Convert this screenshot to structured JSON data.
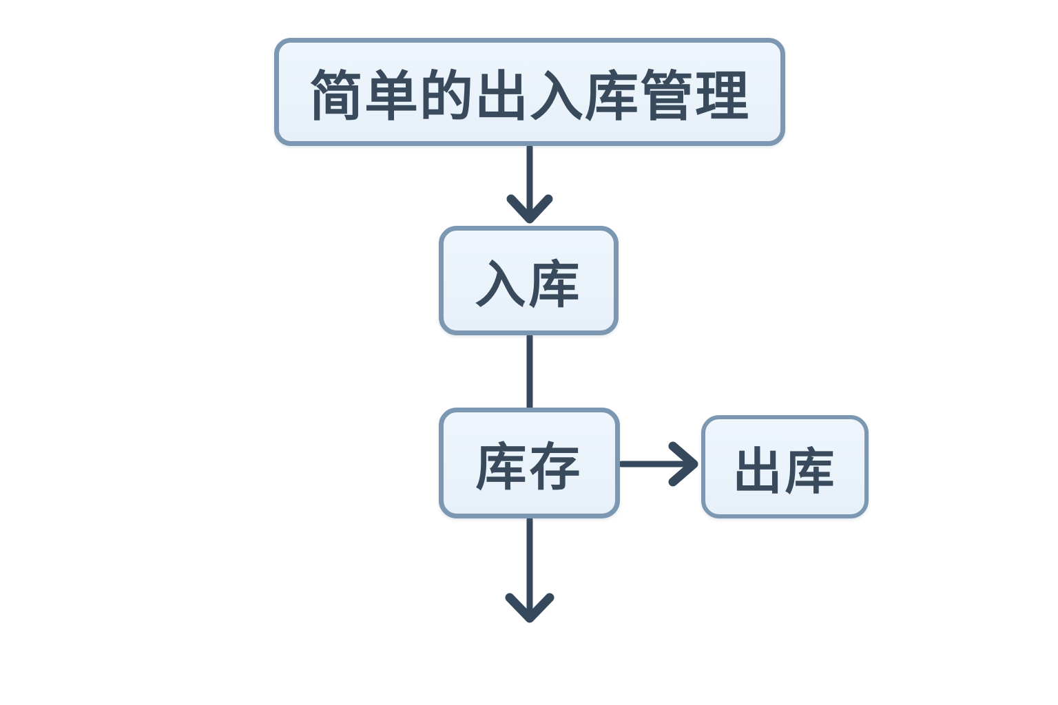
{
  "diagram": {
    "type": "flowchart",
    "background": "#ffffff",
    "nodes": {
      "title": {
        "label": "简单的出入库管理",
        "shape": "rounded-rectangle"
      },
      "inbound": {
        "label": "入库",
        "shape": "rounded-rectangle"
      },
      "stock": {
        "label": "库存",
        "shape": "rounded-rectangle"
      },
      "outbound": {
        "label": "出库",
        "shape": "rounded-rectangle"
      }
    },
    "edges": [
      {
        "from": "title",
        "to": "inbound",
        "direction": "down",
        "arrowhead": true
      },
      {
        "from": "inbound",
        "to": "stock",
        "direction": "down",
        "arrowhead": false
      },
      {
        "from": "stock",
        "to": "outbound",
        "direction": "right",
        "arrowhead": true
      },
      {
        "from": "stock",
        "to": "below-offpage",
        "direction": "down",
        "arrowhead": true
      }
    ],
    "colors": {
      "node_fill": "#ebf3fa",
      "node_border": "#7b97b1",
      "text": "#394a5c",
      "arrow": "#36495c",
      "background": "#ffffff"
    }
  }
}
